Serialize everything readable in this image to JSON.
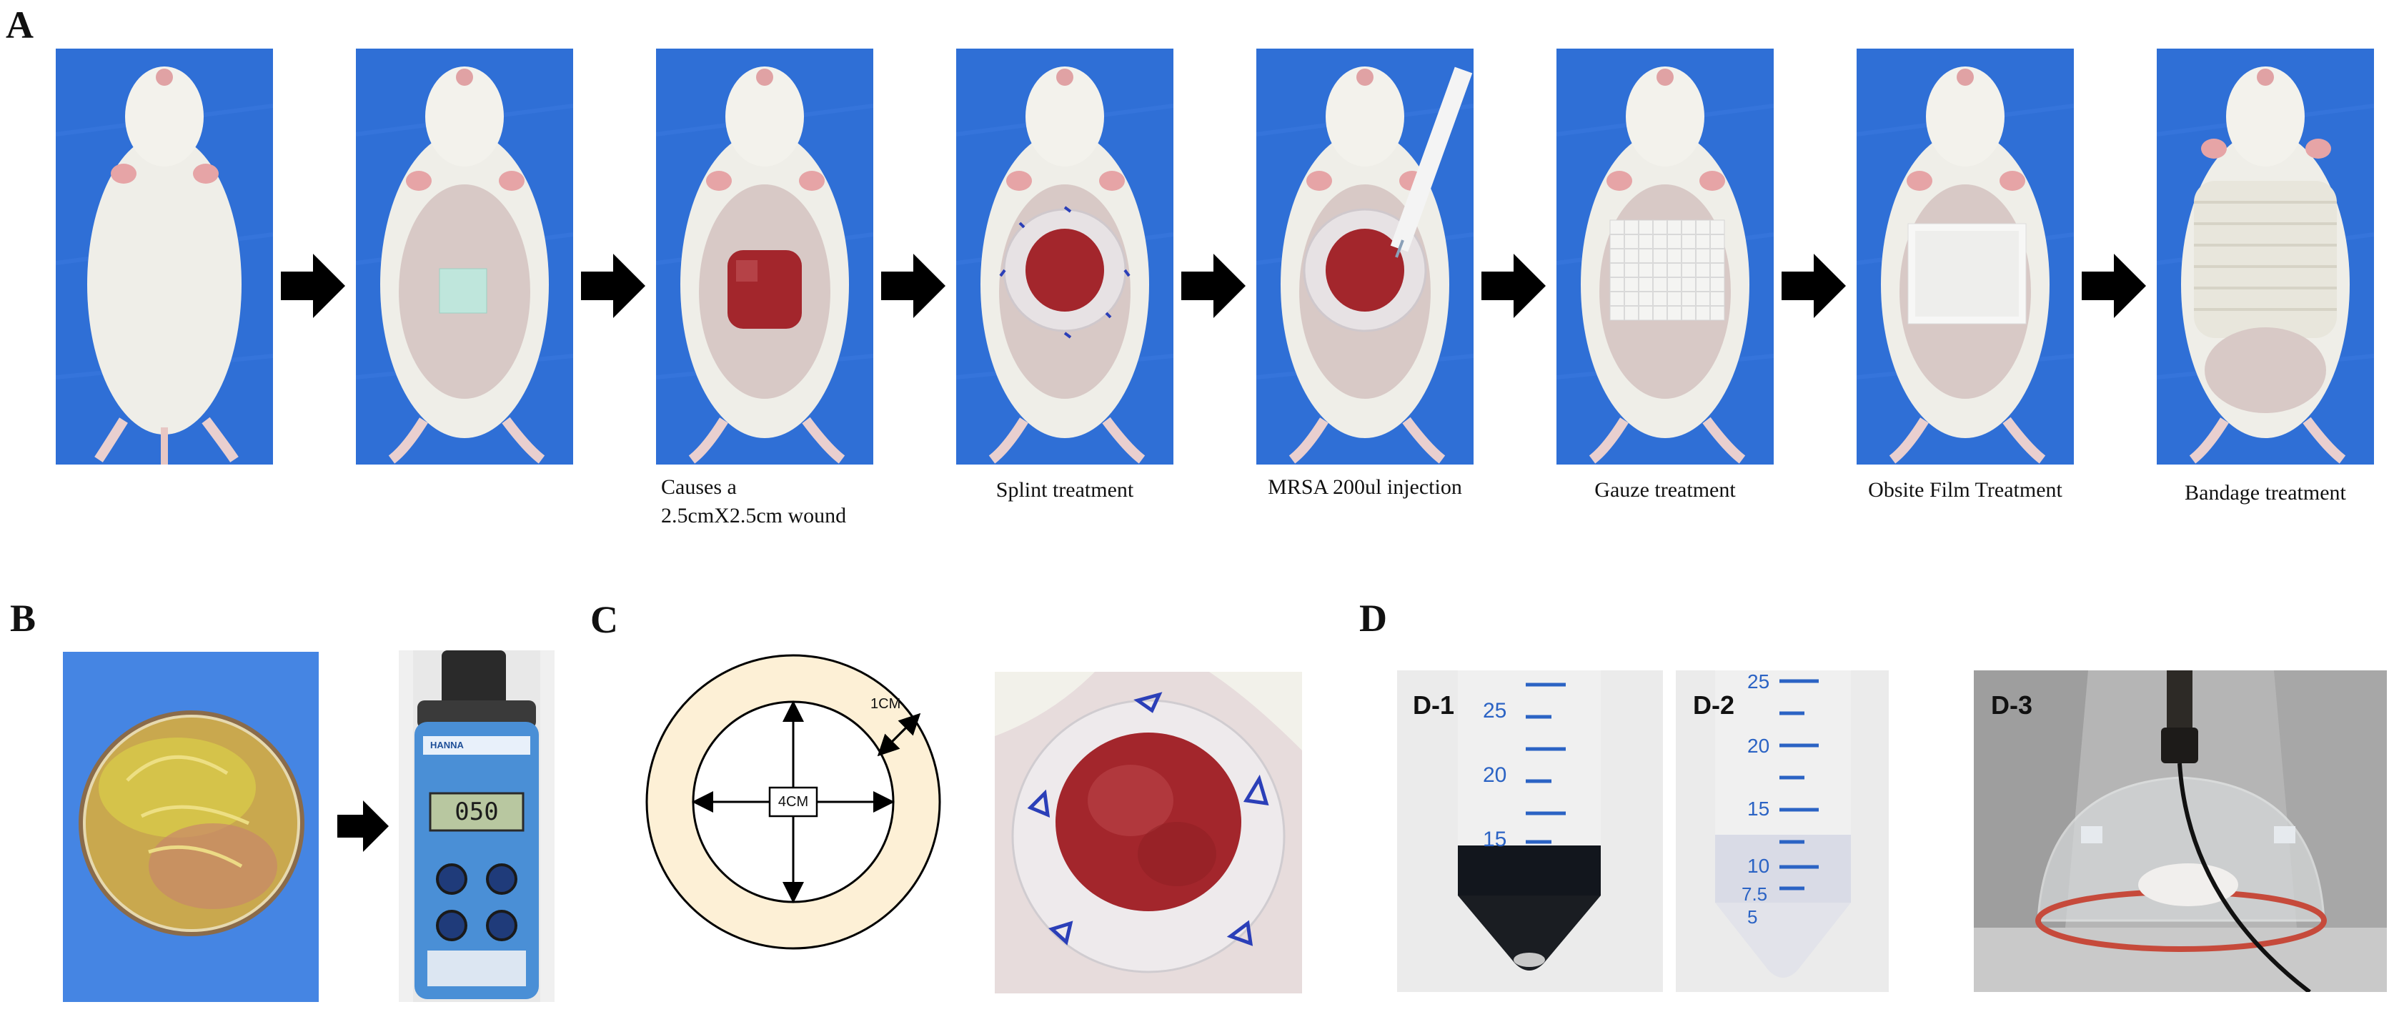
{
  "panels": {
    "a": {
      "letter": "A",
      "steps": [
        {
          "caption": ""
        },
        {
          "caption": ""
        },
        {
          "caption_line1": "Causes a",
          "caption_line2": "2.5cmX2.5cm wound"
        },
        {
          "caption": "Splint treatment"
        },
        {
          "caption": "MRSA 200ul injection"
        },
        {
          "caption": "Gauze treatment"
        },
        {
          "caption": "Obsite Film Treatment"
        },
        {
          "caption": "Bandage treatment"
        }
      ]
    },
    "b": {
      "letter": "B",
      "meter_display": "050",
      "meter_brand": "HANNA"
    },
    "c": {
      "letter": "C",
      "outer_label": "1CM",
      "inner_label": "4CM"
    },
    "d": {
      "letter": "D",
      "sub1": {
        "label": "D-1",
        "ticks": [
          "25",
          "20",
          "15"
        ]
      },
      "sub2": {
        "label": "D-2",
        "ticks": [
          "25",
          "20",
          "15",
          "10",
          "7.5",
          "5"
        ]
      },
      "sub3": {
        "label": "D-3"
      }
    }
  },
  "colors": {
    "drape_blue": "#2f6fd6",
    "fur_white": "#efeee8",
    "wound_red": "#a3262c",
    "ring_fill": "#fdf0d6",
    "tube_tick_blue": "#2b63c4",
    "arrow_black": "#000000"
  }
}
